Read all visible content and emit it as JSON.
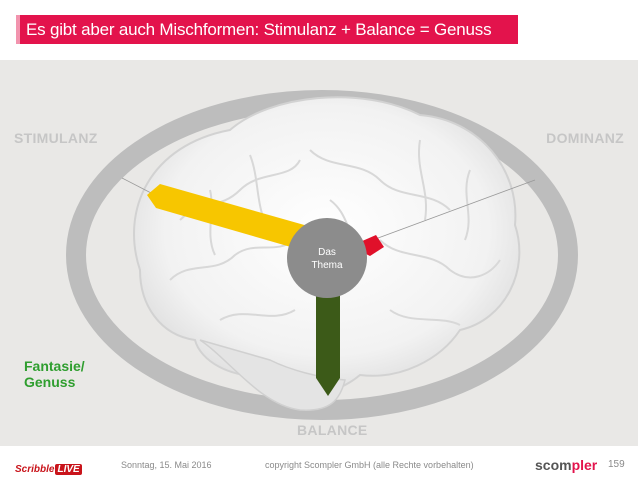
{
  "slide": {
    "title": "Es gibt aber auch Mischformen: Stimulanz + Balance = Genuss",
    "label_stimulanz": "STIMULANZ",
    "label_dominanz": "DOMINANZ",
    "label_balance": "BALANCE",
    "center_line1": "Das",
    "center_line2": "Thema",
    "fantasie_line1": "Fantasie/",
    "fantasie_line2": "Genuss"
  },
  "colors": {
    "title_bg": "#e3134c",
    "arrow_stimulanz": "#f7c600",
    "arrow_dominanz": "#e0102a",
    "arrow_balance": "#3c5a18",
    "fantasie_text": "#2f9e2f",
    "center_circle": "#8c8c8c"
  },
  "footer": {
    "logo_part1": "Scribble",
    "logo_part2": "LIVE",
    "date": "Sonntag, 15. Mai 2016",
    "copyright": "copyright Scompler GmbH (alle Rechte vorbehalten)",
    "brand_part1": "scom",
    "brand_part2": "pler",
    "page_number": "159"
  },
  "icons": {
    "brain": "brain-image"
  }
}
